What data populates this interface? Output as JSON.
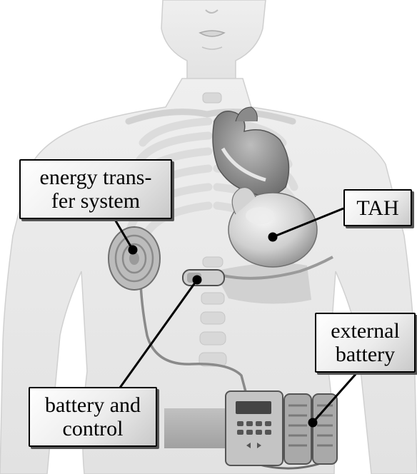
{
  "labels": {
    "energy_transfer": {
      "line1": "energy trans-",
      "line2": "fer system"
    },
    "tah": {
      "text": "TAH"
    },
    "external_battery": {
      "line1": "external",
      "line2": "battery"
    },
    "battery_control": {
      "line1": "battery and",
      "line2": "control"
    }
  },
  "colors": {
    "background": "#ffffff",
    "body_fill": "#e9e9e9",
    "organ_dark": "#7d7d7d",
    "label_border": "#000000"
  },
  "icons": [
    "human-torso-illustration",
    "ribcage-icon",
    "heart-pump-icon",
    "coil-icon",
    "controller-icon",
    "battery-pack-icon",
    "belt-icon"
  ]
}
